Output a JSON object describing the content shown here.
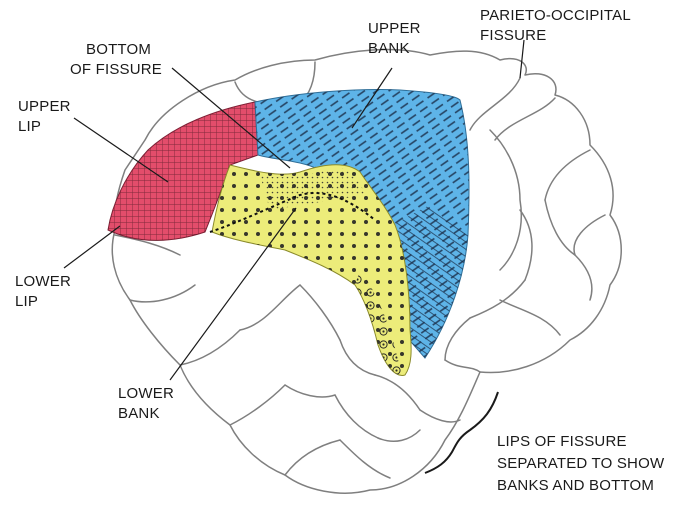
{
  "colors": {
    "upper_lip": "#e34d6b",
    "upper_bank": "#5eb4e8",
    "lower_bank": "#ecec7a",
    "outline": "#7f7f7f",
    "ink": "#1a1a1a"
  },
  "labels": {
    "bottom_of_fissure": [
      "BOTTOM",
      "OF FISSURE"
    ],
    "upper_bank": [
      "UPPER",
      "BANK"
    ],
    "parieto_occipital": [
      "PARIETO-OCCIPITAL",
      "FISSURE"
    ],
    "upper_lip": [
      "UPPER",
      "LIP"
    ],
    "lower_lip": [
      "LOWER",
      "LIP"
    ],
    "lower_bank": [
      "LOWER",
      "BANK"
    ],
    "lips_separated": [
      "LIPS OF FISSURE",
      "SEPARATED TO SHOW",
      "BANKS AND BOTTOM"
    ]
  }
}
